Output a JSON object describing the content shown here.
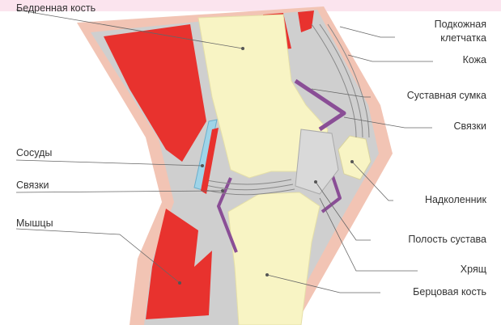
{
  "labels": {
    "femur": "Бедренная кость",
    "subcutaneous": "Подкожная\nклетчатка",
    "skin": "Кожа",
    "bursa": "Суставная сумка",
    "ligaments_right": "Связки",
    "vessels": "Сосуды",
    "ligaments_left": "Связки",
    "patella": "Надколенник",
    "muscles": "Мышцы",
    "joint_cavity": "Полость сустава",
    "cartilage": "Хрящ",
    "tibia": "Берцовая кость"
  },
  "colors": {
    "bone": "#f8f4c4",
    "muscle": "#e8322e",
    "tissue": "#cfcfcf",
    "skin": "#f2c4b4",
    "capsule": "#8a4e96",
    "vessel": "#9fd4e8",
    "leader": "#666666",
    "bg_tint": "#fbe4ee"
  }
}
